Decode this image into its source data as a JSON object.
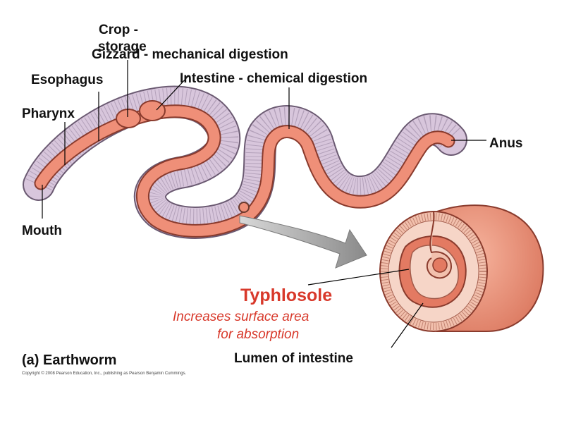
{
  "labels": {
    "crop": "Crop -\nstorage",
    "gizzard": "Gizzard - mechanical digestion",
    "intestine": "Intestine - chemical digestion",
    "esophagus": "Esophagus",
    "pharynx": "Pharynx",
    "anus": "Anus",
    "mouth": "Mouth",
    "typhlosole": "Typhlosole",
    "typhlosole_desc_1": "Increases surface area",
    "typhlosole_desc_2": "for absorption",
    "lumen": "Lumen of intestine",
    "caption": "(a) Earthworm",
    "copyright": "Copyright © 2008 Pearson Education, Inc., publishing as Pearson Benjamin Cummings."
  },
  "colors": {
    "body_fill": "#d8c6dc",
    "body_stroke": "#6b5a72",
    "gut_fill": "#ef8f78",
    "gut_stroke": "#8a3b2d",
    "accent_red": "#d8392b",
    "arrow_gray": "#a8a8a8"
  }
}
